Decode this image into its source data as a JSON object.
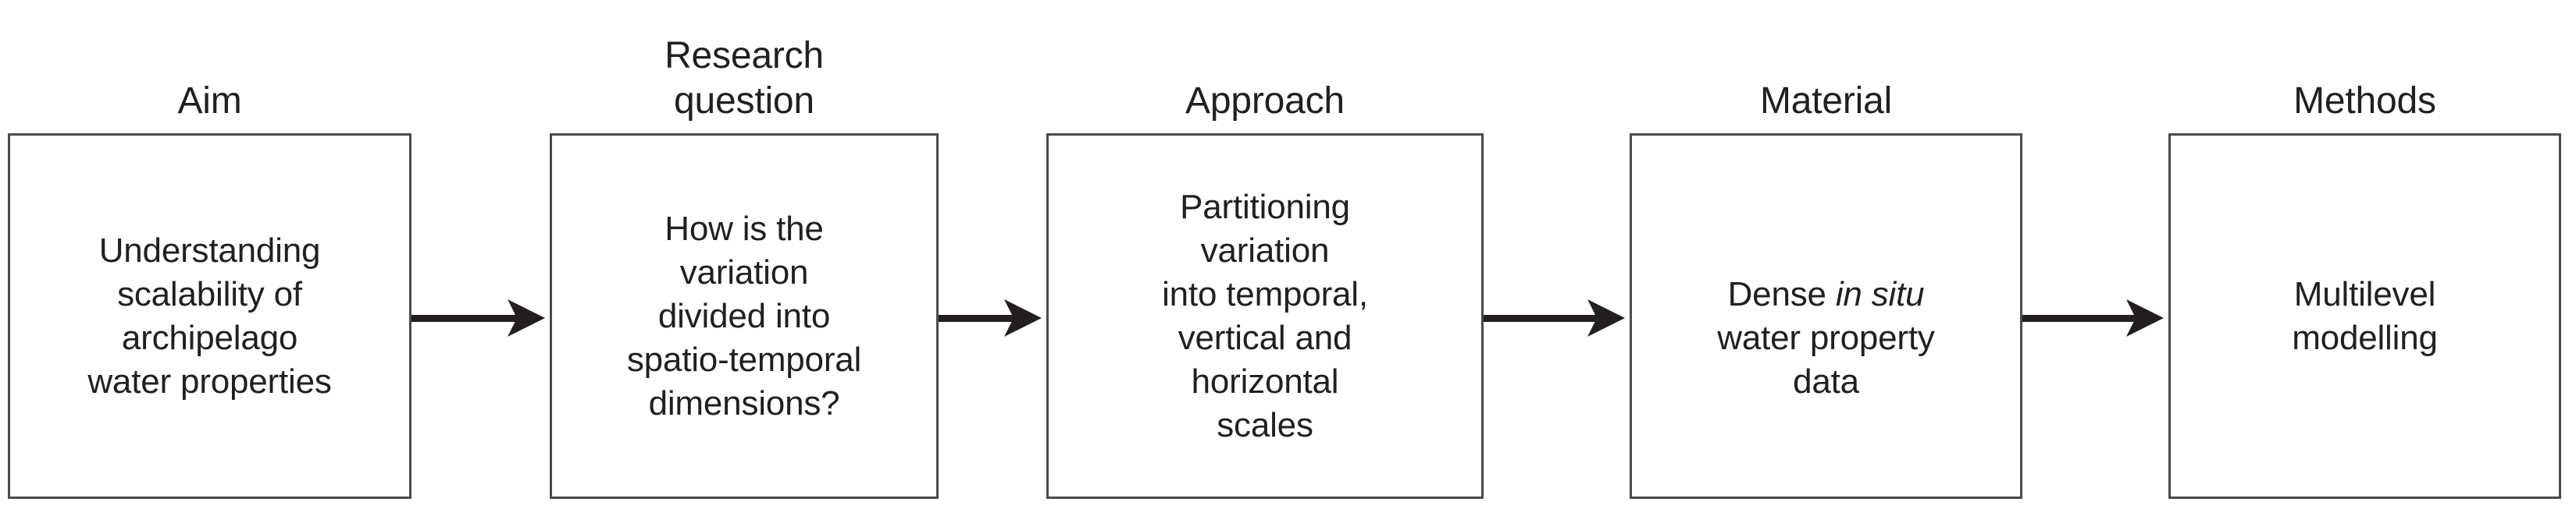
{
  "figure": {
    "type": "flowchart",
    "orientation": "horizontal",
    "background_color": "#ffffff",
    "box_border_color": "#4a4a4a",
    "text_color": "#231f20",
    "arrow_color": "#231f20",
    "stage_count": 5,
    "arrow_count": 4
  },
  "stages": [
    {
      "header": "Aim",
      "body": "Understanding\nscalability of\narchipelago\nwater properties",
      "body_lines": [
        "Understanding",
        "scalability of",
        "archipelago",
        "water properties"
      ],
      "has_italic": false
    },
    {
      "header": "Research\nquestion",
      "header_lines": [
        "Research",
        "question"
      ],
      "body": "How is the\nvariation\ndivided into\nspatio-temporal\ndimensions?",
      "body_lines": [
        "How is the",
        "variation",
        "divided into",
        "spatio-temporal",
        "dimensions?"
      ],
      "has_italic": false
    },
    {
      "header": "Approach",
      "body": "Partitioning\nvariation\ninto temporal,\nvertical and\nhorizontal\nscales",
      "body_lines": [
        "Partitioning",
        "variation",
        "into temporal,",
        "vertical and",
        "horizontal",
        "scales"
      ],
      "has_italic": false
    },
    {
      "header": "Material",
      "body": "Dense in situ\nwater property\ndata",
      "body_lines": [
        "Dense in situ",
        "water property",
        "data"
      ],
      "has_italic": true,
      "italic_phrase": "in situ",
      "body_prefix": "Dense ",
      "body_suffix": "\nwater property\ndata"
    },
    {
      "header": "Methods",
      "body": "Multilevel\nmodelling",
      "body_lines": [
        "Multilevel",
        "modelling"
      ],
      "has_italic": false
    }
  ],
  "arrows": [
    {
      "from": "Aim",
      "to": "Research question",
      "glyph": "arrow-right"
    },
    {
      "from": "Research question",
      "to": "Approach",
      "glyph": "arrow-right"
    },
    {
      "from": "Approach",
      "to": "Material",
      "glyph": "arrow-right"
    },
    {
      "from": "Material",
      "to": "Methods",
      "glyph": "arrow-right"
    }
  ]
}
